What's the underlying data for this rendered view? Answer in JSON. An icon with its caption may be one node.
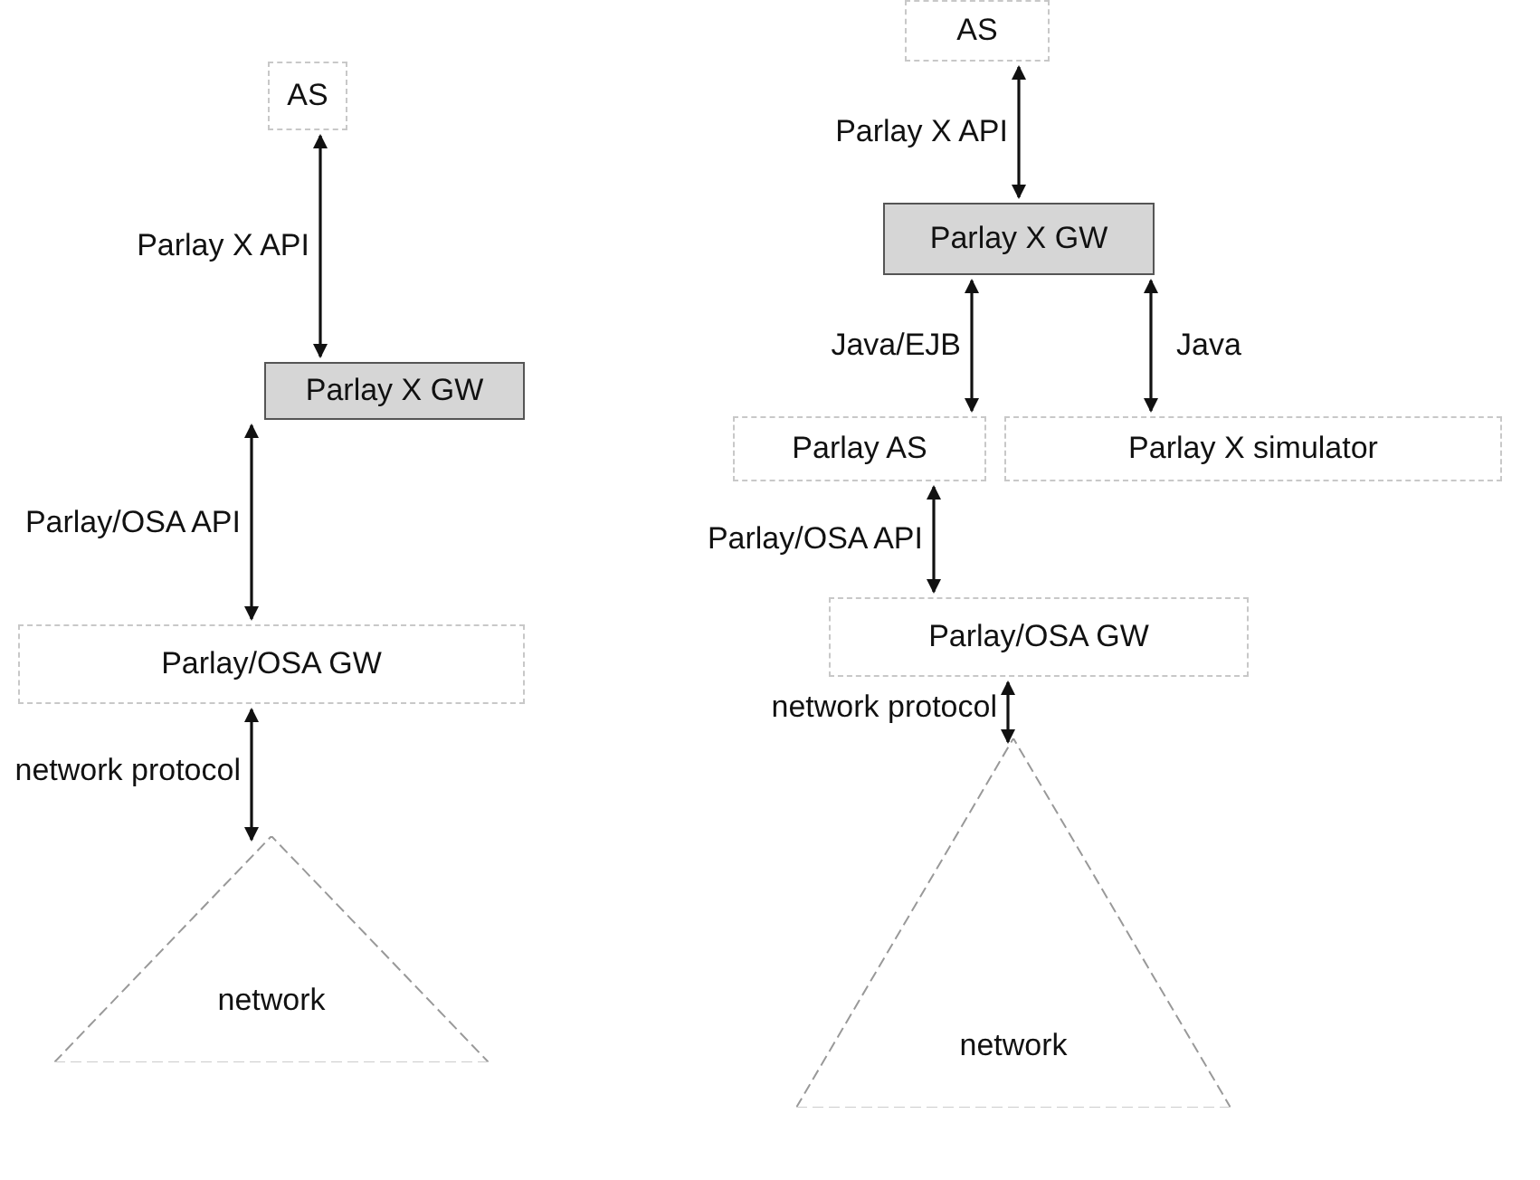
{
  "diagram": {
    "nodes": [
      {
        "text": [
          "AS"
        ]
      },
      {
        "text": [
          "Parlay X GW"
        ]
      },
      {
        "text": [
          "Parlay/OSA GW"
        ]
      },
      {
        "text": [
          "network"
        ]
      },
      {
        "text": [
          "AS"
        ]
      },
      {
        "text": [
          "Parlay X GW"
        ]
      },
      {
        "text": [
          "Parlay AS"
        ]
      },
      {
        "text": [
          "Parlay X simulator"
        ]
      },
      {
        "text": [
          "Parlay/OSA GW"
        ]
      },
      {
        "text": [
          "network"
        ]
      }
    ],
    "edges": [
      {
        "from": 0,
        "to": 1,
        "arrow": "both",
        "label": "Parlay X API"
      },
      {
        "from": 1,
        "to": 2,
        "arrow": "both",
        "label": "Parlay/OSA API"
      },
      {
        "from": 2,
        "to": 3,
        "arrow": "both",
        "label": "network protocol"
      },
      {
        "from": 4,
        "to": 5,
        "arrow": "both",
        "label": "Parlay X API"
      },
      {
        "from": 5,
        "to": 6,
        "arrow": "both",
        "label": "Java/EJB"
      },
      {
        "from": 5,
        "to": 7,
        "arrow": "both",
        "label": "Java"
      },
      {
        "from": 6,
        "to": 8,
        "arrow": "both",
        "label": "Parlay/OSA API"
      },
      {
        "from": 8,
        "to": 9,
        "arrow": "both",
        "label": "network protocol"
      }
    ]
  }
}
